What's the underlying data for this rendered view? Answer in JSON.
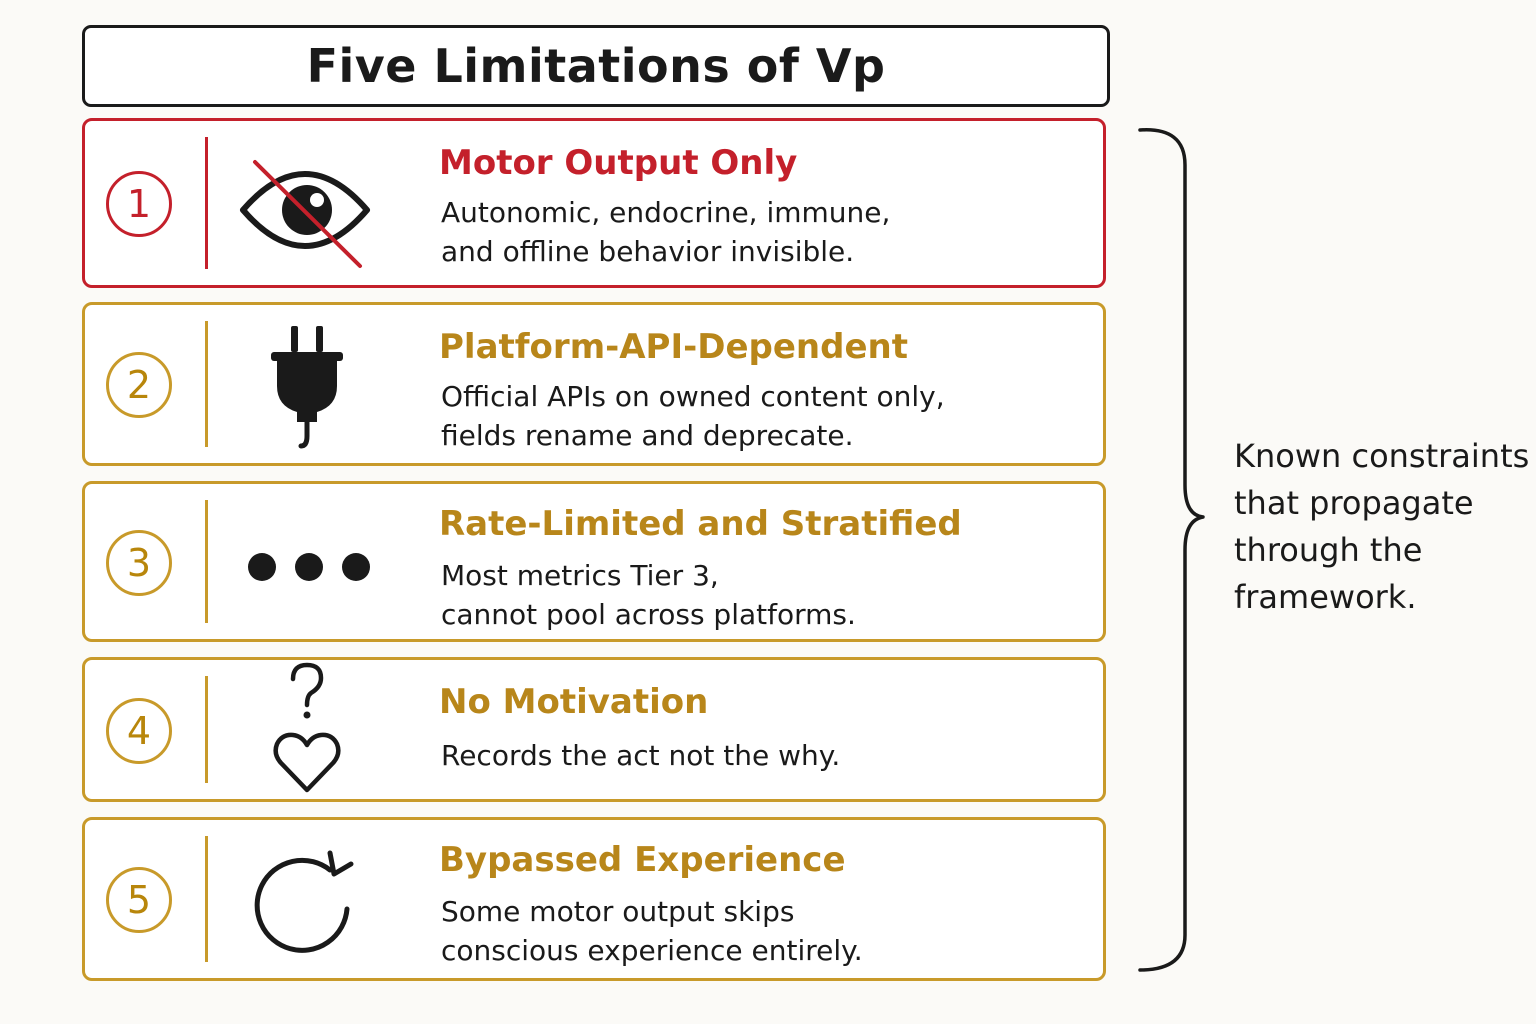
{
  "title": "Five Limitations of Vp",
  "colors": {
    "red": "#c4202b",
    "gold": "#c89a2a",
    "ink": "#1a1a1a"
  },
  "limitations": [
    {
      "number": "1",
      "heading": "Motor Output Only",
      "lines": [
        "Autonomic, endocrine, immune,",
        "and offline behavior invisible."
      ],
      "icon": "crossed-eye-icon"
    },
    {
      "number": "2",
      "heading": "Platform-API-Dependent",
      "lines": [
        "Official APIs on owned content only,",
        "fields rename and deprecate."
      ],
      "icon": "plug-icon"
    },
    {
      "number": "3",
      "heading": "Rate-Limited and Stratified",
      "lines": [
        "Most metrics Tier 3,",
        "cannot pool across platforms."
      ],
      "icon": "three-dots-icon"
    },
    {
      "number": "4",
      "heading": "No Motivation",
      "lines": [
        "Records the act not the why."
      ],
      "icon": "question-heart-icon"
    },
    {
      "number": "5",
      "heading": "Bypassed Experience",
      "lines": [
        "Some motor output skips",
        "conscious experience entirely."
      ],
      "icon": "circular-arrow-icon"
    }
  ],
  "side_note": [
    "Known constraints",
    "that propagate",
    "through the",
    "framework."
  ]
}
